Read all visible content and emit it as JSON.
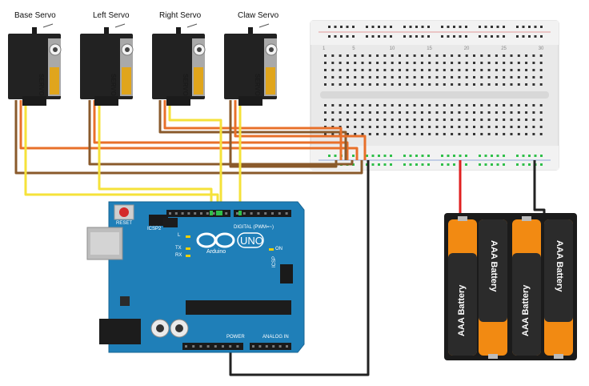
{
  "servos": [
    {
      "label": "Base Servo",
      "brand": "SERVO"
    },
    {
      "label": "Left Servo",
      "brand": "SERVO"
    },
    {
      "label": "Right  Servo",
      "brand": "SERVO"
    },
    {
      "label": "Claw  Servo",
      "brand": "SERVO"
    }
  ],
  "breadboard": {
    "col_numbers": [
      "1",
      "5",
      "10",
      "15",
      "20",
      "25",
      "30"
    ]
  },
  "arduino": {
    "reset_label": "RESET",
    "icsp2_label": "ICSP2",
    "digital_label": "DIGITAL (PWM=~)",
    "uno_label": "UNO",
    "brand_label": "Arduino",
    "led_l": "L",
    "led_tx": "TX",
    "led_rx": "RX",
    "on_label": "ON",
    "icsp_label": "ICSP",
    "power_label": "POWER",
    "analog_label": "ANALOG IN"
  },
  "battery_pack": {
    "cell_label": "AAA Battery",
    "cell_count": 4
  },
  "colors": {
    "servo_body": "#222222",
    "wire_orange": "#e8702a",
    "wire_brown": "#8a5a2b",
    "wire_yellow": "#f5e23a",
    "wire_red": "#e02020",
    "wire_black": "#222222",
    "arduino_blue": "#1f7fb8",
    "battery_orange": "#f28a12",
    "breadboard": "#e9e9e9"
  }
}
